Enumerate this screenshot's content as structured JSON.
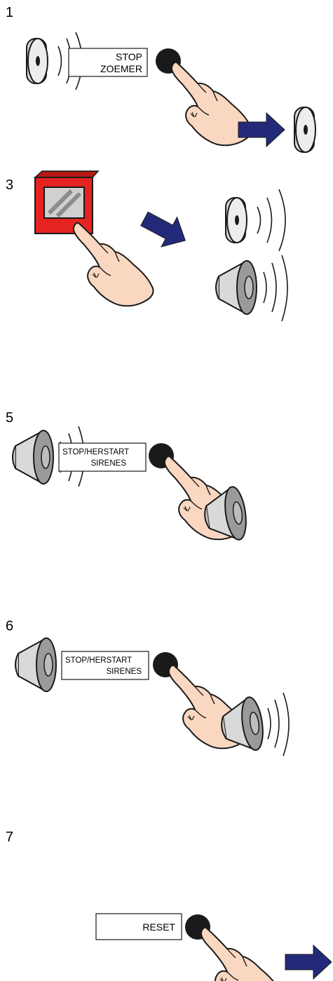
{
  "steps": [
    {
      "number": "1",
      "label_lines": [
        "STOP",
        "ZOEMER"
      ]
    },
    {
      "number": "3"
    },
    {
      "number": "5",
      "label_lines": [
        "STOP/HERSTART",
        "SIRENES"
      ]
    },
    {
      "number": "6",
      "label_lines": [
        "STOP/HERSTART",
        "SIRENES"
      ]
    },
    {
      "number": "7",
      "label_lines": [
        "RESET"
      ]
    }
  ],
  "colors": {
    "arrow": "#242a7a",
    "call_point": "#e52421",
    "skin": "#f9d7c0",
    "button": "#1a1a1a",
    "device": "#d9d9d9"
  },
  "icons": [
    "buzzer-icon",
    "siren-icon",
    "hand-icon",
    "arrow-right-icon",
    "call-point-icon",
    "push-button-icon"
  ]
}
